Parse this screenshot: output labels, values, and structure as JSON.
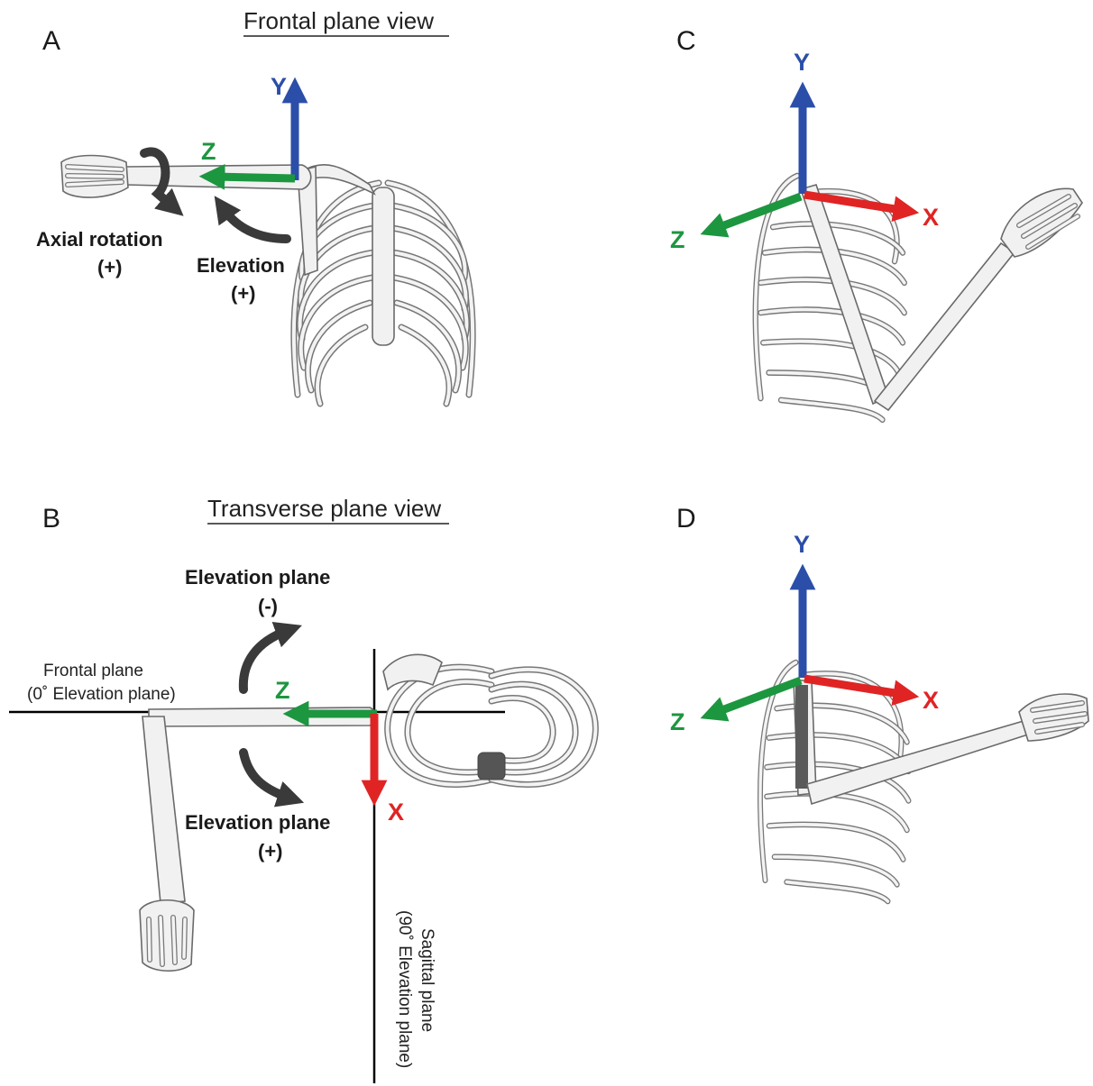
{
  "panels": {
    "a": {
      "letter": "A",
      "title": "Frontal plane view",
      "axis_y": "Y",
      "axis_z": "Z",
      "axial_rotation": "Axial rotation",
      "axial_rotation_sign": "(+)",
      "elevation": "Elevation",
      "elevation_sign": "(+)"
    },
    "b": {
      "letter": "B",
      "title": "Transverse plane view",
      "elevation_plane_top": "Elevation plane",
      "elevation_plane_top_sign": "(-)",
      "elevation_plane_bottom": "Elevation plane",
      "elevation_plane_bottom_sign": "(+)",
      "frontal_plane_line1": "Frontal plane",
      "frontal_plane_line2": "(0˚ Elevation plane)",
      "sagittal_plane_line1": "Sagittal plane",
      "sagittal_plane_line2": "(90˚ Elevation plane)",
      "axis_z": "Z",
      "axis_x": "X"
    },
    "c": {
      "letter": "C",
      "axis_y": "Y",
      "axis_z": "Z",
      "axis_x": "X"
    },
    "d": {
      "letter": "D",
      "axis_y": "Y",
      "axis_z": "Z",
      "axis_x": "X"
    }
  },
  "colors": {
    "axis_y": "#2b4ea8",
    "axis_z": "#1d9640",
    "axis_x": "#e02424",
    "arrow": "#3a3a3a"
  }
}
